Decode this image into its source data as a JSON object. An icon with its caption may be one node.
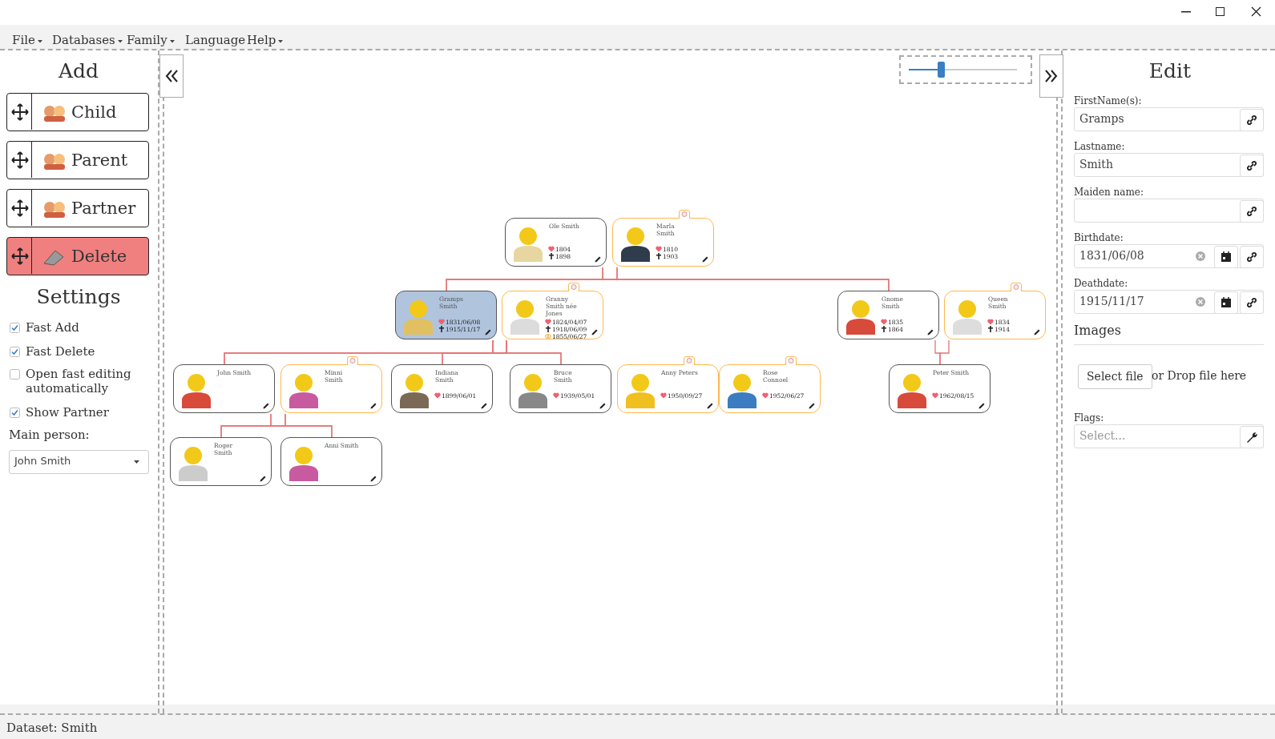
{
  "diagram": {
    "nodes": [
      {
        "text": [
          "Child"
        ]
      },
      {
        "text": [
          "Parent"
        ]
      },
      {
        "text": [
          "Partner"
        ]
      },
      {
        "text": [
          "Delete"
        ]
      },
      {
        "text": [
          "John Smith"
        ],
        "beside": [
          "Main person:"
        ]
      },
      {
        "text": [
          "Ole Smith",
          "1804",
          "1898"
        ]
      },
      {
        "text": [
          "Marla Smith",
          "1810",
          "1903"
        ]
      },
      {
        "text": [
          "Gramps Smith",
          "1831/06/08",
          "1915/11/17"
        ]
      },
      {
        "text": [
          "Granny Smith née Jones",
          "1824/04/07",
          "1918/06/09",
          "1855/06/27"
        ]
      },
      {
        "text": [
          "Gnome Smith",
          "1835",
          "1864"
        ]
      },
      {
        "text": [
          "Queen Smith",
          "1834",
          "1914"
        ]
      },
      {
        "text": [
          "John Smith"
        ]
      },
      {
        "text": [
          "Minni Smith"
        ]
      },
      {
        "text": [
          "Indiana Smith",
          "1899/06/01"
        ]
      },
      {
        "text": [
          "Bruce Smith",
          "1939/05/01"
        ]
      },
      {
        "text": [
          "Anny Peters",
          "1950/09/27"
        ]
      },
      {
        "text": [
          "Rose Connoel",
          "1952/06/27"
        ]
      },
      {
        "text": [
          "Peter Smith",
          "1962/08/15"
        ]
      },
      {
        "text": [
          "Roger Smith"
        ]
      },
      {
        "text": [
          "Anni Smith"
        ]
      },
      {
        "text": [
          "Gramps"
        ],
        "beside": [
          "FirstName(s):"
        ]
      },
      {
        "text": [
          "Smith"
        ],
        "beside": [
          "Lastname:"
        ]
      },
      {
        "text": [],
        "shape": "box",
        "beside": [
          "Maiden name:"
        ]
      },
      {
        "text": [
          "1831/06/08"
        ],
        "beside": [
          "Birthdate:"
        ]
      },
      {
        "text": [
          "1915/11/17"
        ],
        "beside": [
          "Deathdate:"
        ]
      },
      {
        "text": [
          "Select file"
        ],
        "beside": [
          "or Drop file here"
        ]
      },
      {
        "text": [
          "Select..."
        ],
        "beside": [
          "Flags:"
        ]
      }
    ],
    "edges": [
      {
        "from": 5,
        "to": 7,
        "arrow": "none"
      },
      {
        "from": 6,
        "to": 7,
        "arrow": "none"
      },
      {
        "from": 5,
        "to": 9,
        "arrow": "none"
      },
      {
        "from": 6,
        "to": 9,
        "arrow": "none"
      },
      {
        "from": 7,
        "to": 11,
        "arrow": "none"
      },
      {
        "from": 8,
        "to": 11,
        "arrow": "none"
      },
      {
        "from": 7,
        "to": 13,
        "arrow": "none"
      },
      {
        "from": 8,
        "to": 13,
        "arrow": "none"
      },
      {
        "from": 7,
        "to": 14,
        "arrow": "none"
      },
      {
        "from": 8,
        "to": 14,
        "arrow": "none"
      },
      {
        "from": 9,
        "to": 17,
        "arrow": "none"
      },
      {
        "from": 10,
        "to": 17,
        "arrow": "none"
      },
      {
        "from": 11,
        "to": 18,
        "arrow": "none"
      },
      {
        "from": 12,
        "to": 18,
        "arrow": "none"
      },
      {
        "from": 11,
        "to": 19,
        "arrow": "none"
      },
      {
        "from": 12,
        "to": 19,
        "arrow": "none"
      }
    ],
    "labels": [
      "File",
      "Databases",
      "Family",
      "Language",
      "Help",
      "Add",
      "Settings",
      "Fast Add",
      "Fast Delete",
      "Open fast editing automatically",
      "Show Partner",
      "Edit",
      "Images",
      "Dataset: Smith"
    ]
  }
}
